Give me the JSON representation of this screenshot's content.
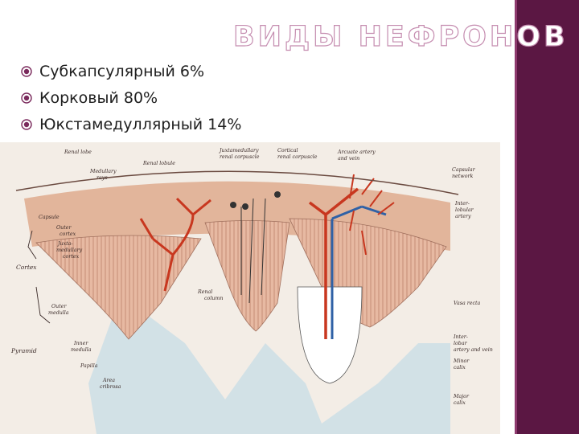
{
  "slide": {
    "title": "ВИДЫ НЕФРОНОВ",
    "bullets": [
      "Субкапсулярный 6%",
      "Корковый 80%",
      "Юкстамедуллярный 14%"
    ],
    "accent_color": "#5b1743",
    "bullet_icon": "target-circle-icon"
  },
  "figure": {
    "labels": {
      "renal_lobe": "Renal lobe",
      "medullary_rays_1": "Medullary",
      "medullary_rays_2": "rays",
      "renal_lobule": "Renal lobule",
      "juxta_corp_1": "Juxtamedullary",
      "juxta_corp_2": "renal corpuscle",
      "cortical_corp_1": "Cortical",
      "cortical_corp_2": "renal corpuscle",
      "arcuate_1": "Arcuate artery",
      "arcuate_2": "and vein",
      "capsular_1": "Capsular",
      "capsular_2": "network",
      "interlobular_1": "Inter-",
      "interlobular_2": "lobular",
      "interlobular_3": "artery",
      "capsule": "Capsule",
      "outer_cortex_1": "Outer",
      "outer_cortex_2": "cortex",
      "juxta_cortex_1": "Juxta-",
      "juxta_cortex_2": "medullary",
      "juxta_cortex_3": "cortex",
      "cortex": "Cortex",
      "renal_column_1": "Renal",
      "renal_column_2": "column",
      "outer_medulla_1": "Outer",
      "outer_medulla_2": "medulla",
      "vasa_recta": "Vasa recta",
      "interlobar_1": "Inter-",
      "interlobar_2": "lobar",
      "interlobar_3": "artery and vein",
      "pyramid": "Pyramid",
      "inner_medulla_1": "Inner",
      "inner_medulla_2": "medulla",
      "papilla": "Papilla",
      "minor_calix_1": "Minor",
      "minor_calix_2": "calix",
      "area_cribrosa_1": "Area",
      "area_cribrosa_2": "cribrosa",
      "major_calix_1": "Major",
      "major_calix_2": "calix"
    }
  }
}
